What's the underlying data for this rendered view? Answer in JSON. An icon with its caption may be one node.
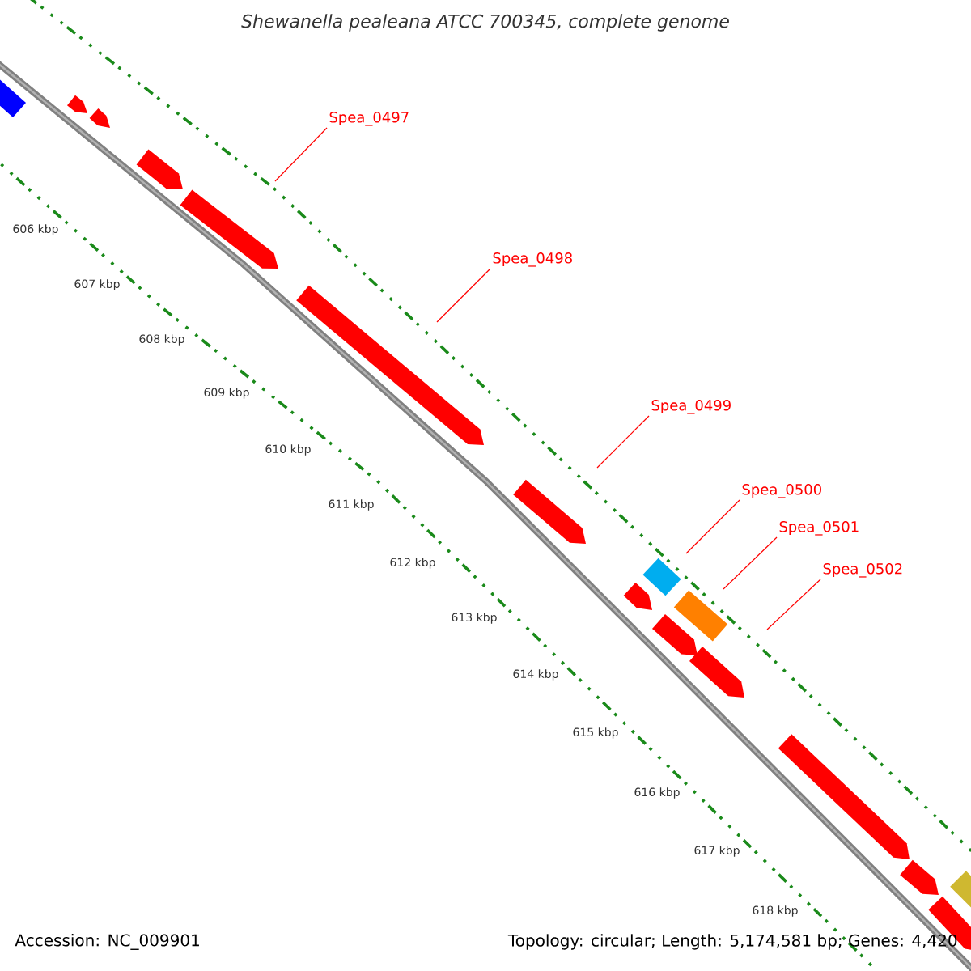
{
  "diagram": {
    "title": "*Shewanella pealeana* ATCC 700345, complete genome",
    "nodes": [
      {
        "text": [
          "Spea_0497"
        ]
      },
      {
        "text": [
          "Spea_0498"
        ]
      },
      {
        "text": [
          "Spea_0499"
        ]
      },
      {
        "text": [
          "Spea_0500"
        ]
      },
      {
        "text": [
          "Spea_0501"
        ]
      },
      {
        "text": [
          "Spea_0502"
        ]
      }
    ],
    "edges": [
      {
        "from": 0,
        "to": null,
        "arrow": "none"
      },
      {
        "from": 1,
        "to": null,
        "arrow": "none"
      },
      {
        "from": 2,
        "to": null,
        "arrow": "none"
      },
      {
        "from": 3,
        "to": null,
        "arrow": "none"
      },
      {
        "from": 4,
        "to": null,
        "arrow": "none"
      },
      {
        "from": 5,
        "to": null,
        "arrow": "none"
      }
    ],
    "labels": [
      "606 kbp",
      "607 kbp",
      "608 kbp",
      "609 kbp",
      "610 kbp",
      "611 kbp",
      "612 kbp",
      "613 kbp",
      "614 kbp",
      "615 kbp",
      "616 kbp",
      "617 kbp",
      "618 kbp",
      "Accession: NC_009901",
      "Topology: circular; Length: 5,174,581 bp; Genes: 4,420"
    ]
  }
}
